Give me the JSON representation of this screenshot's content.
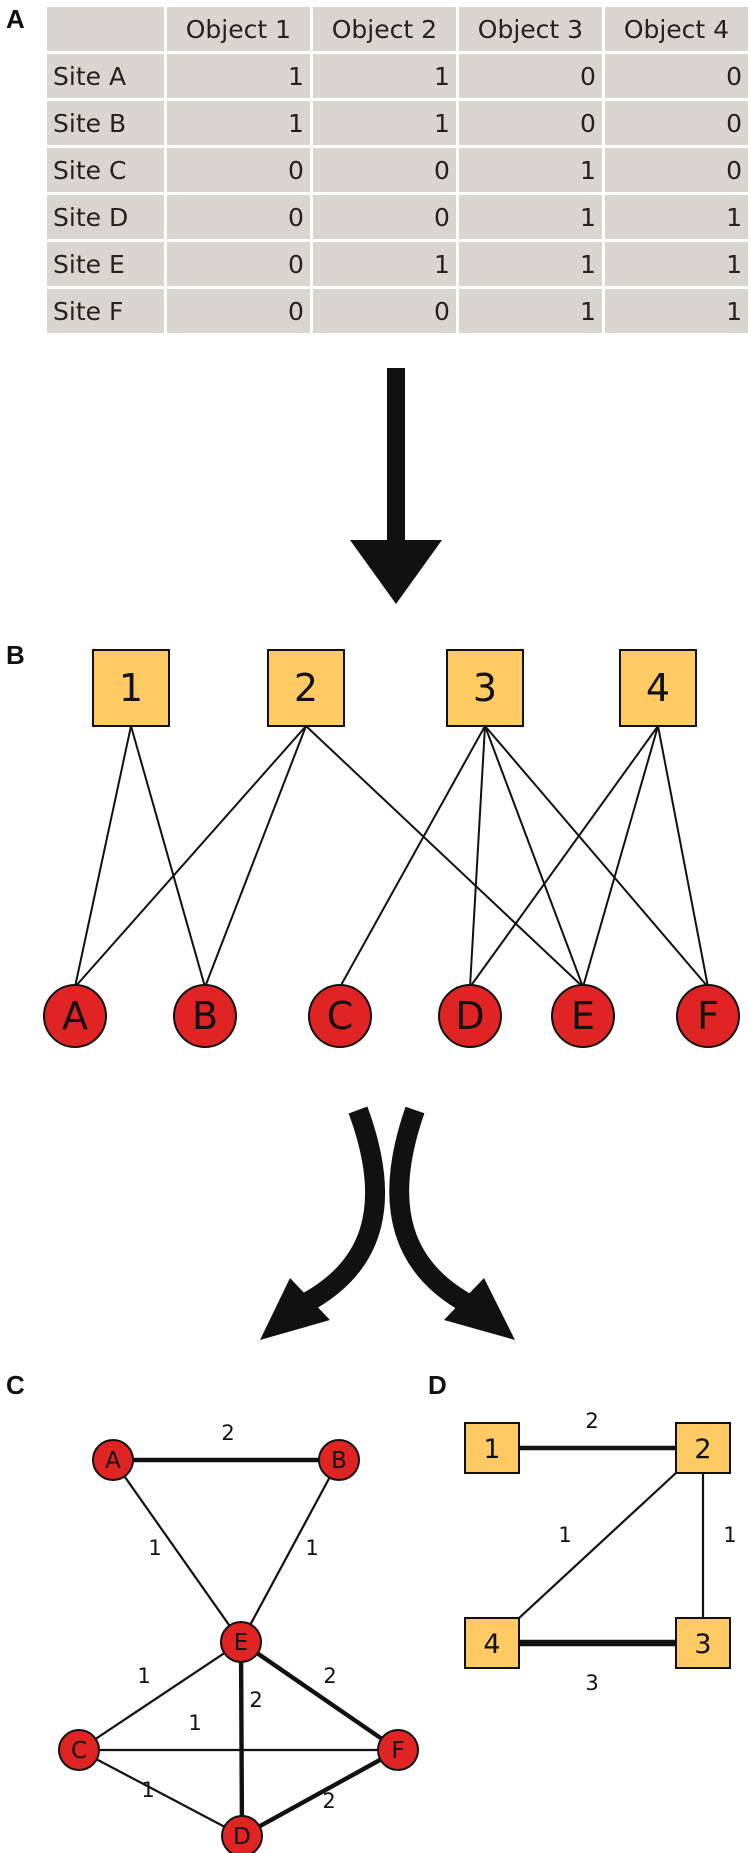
{
  "panels": {
    "a": "A",
    "b": "B",
    "c": "C",
    "d": "D"
  },
  "table": {
    "columns": [
      "Object 1",
      "Object 2",
      "Object 3",
      "Object 4"
    ],
    "rows": [
      {
        "label": "Site A",
        "values": [
          "1",
          "1",
          "0",
          "0"
        ]
      },
      {
        "label": "Site B",
        "values": [
          "1",
          "1",
          "0",
          "0"
        ]
      },
      {
        "label": "Site C",
        "values": [
          "0",
          "0",
          "1",
          "0"
        ]
      },
      {
        "label": "Site D",
        "values": [
          "0",
          "0",
          "1",
          "1"
        ]
      },
      {
        "label": "Site E",
        "values": [
          "0",
          "1",
          "1",
          "1"
        ]
      },
      {
        "label": "Site F",
        "values": [
          "0",
          "0",
          "1",
          "1"
        ]
      }
    ]
  },
  "bipartite": {
    "objects": [
      "1",
      "2",
      "3",
      "4"
    ],
    "sites": [
      "A",
      "B",
      "C",
      "D",
      "E",
      "F"
    ],
    "links": [
      [
        "1",
        "A"
      ],
      [
        "1",
        "B"
      ],
      [
        "2",
        "A"
      ],
      [
        "2",
        "B"
      ],
      [
        "2",
        "E"
      ],
      [
        "3",
        "C"
      ],
      [
        "3",
        "D"
      ],
      [
        "3",
        "E"
      ],
      [
        "3",
        "F"
      ],
      [
        "4",
        "D"
      ],
      [
        "4",
        "E"
      ],
      [
        "4",
        "F"
      ]
    ]
  },
  "site_network": {
    "nodes": [
      "A",
      "B",
      "E",
      "C",
      "F",
      "D"
    ],
    "edges": [
      {
        "from": "A",
        "to": "B",
        "weight": "2"
      },
      {
        "from": "A",
        "to": "E",
        "weight": "1"
      },
      {
        "from": "B",
        "to": "E",
        "weight": "1"
      },
      {
        "from": "E",
        "to": "C",
        "weight": "1"
      },
      {
        "from": "E",
        "to": "F",
        "weight": "2"
      },
      {
        "from": "E",
        "to": "D",
        "weight": "2"
      },
      {
        "from": "C",
        "to": "F",
        "weight": "1"
      },
      {
        "from": "C",
        "to": "D",
        "weight": "1"
      },
      {
        "from": "D",
        "to": "F",
        "weight": "2"
      }
    ]
  },
  "object_network": {
    "nodes": [
      "1",
      "2",
      "4",
      "3"
    ],
    "edges": [
      {
        "from": "1",
        "to": "2",
        "weight": "2"
      },
      {
        "from": "2",
        "to": "4",
        "weight": "1"
      },
      {
        "from": "2",
        "to": "3",
        "weight": "1"
      },
      {
        "from": "4",
        "to": "3",
        "weight": "3"
      }
    ]
  },
  "colors": {
    "site_fill": "#e02424",
    "object_fill": "#fdca63",
    "stroke": "#111111",
    "table_cell": "#d9d5d0"
  }
}
